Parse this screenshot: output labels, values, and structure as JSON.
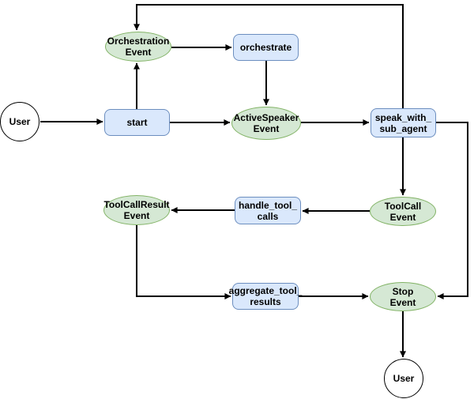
{
  "diagram": {
    "colors": {
      "process_fill": "#dae8fc",
      "process_border": "#6c8ebf",
      "event_fill": "#d5e8d4",
      "event_border": "#82b366",
      "terminal_fill": "#ffffff",
      "terminal_border": "#000000",
      "edge": "#000000",
      "text": "#000000",
      "background": "#ffffff"
    },
    "nodes": {
      "user_start": {
        "type": "terminal",
        "label": "User"
      },
      "start": {
        "type": "process",
        "label": "start"
      },
      "orchestration_event": {
        "type": "event",
        "line1": "Orchestration",
        "line2": "Event"
      },
      "orchestrate": {
        "type": "process",
        "label": "orchestrate"
      },
      "active_speaker_event": {
        "type": "event",
        "line1": "ActiveSpeaker",
        "line2": "Event"
      },
      "speak_with_sub_agent": {
        "type": "process",
        "line1": "speak_with_",
        "line2": "sub_agent"
      },
      "tool_call_event": {
        "type": "event",
        "line1": "ToolCall",
        "line2": "Event"
      },
      "handle_tool_calls": {
        "type": "process",
        "line1": "handle_tool_",
        "line2": "calls"
      },
      "tool_call_result_event": {
        "type": "event",
        "line1": "ToolCallResult",
        "line2": "Event"
      },
      "aggregate_tool_results": {
        "type": "process",
        "line1": "aggregate_tool_",
        "line2": "results"
      },
      "stop_event": {
        "type": "event",
        "line1": "Stop",
        "line2": "Event"
      },
      "user_end": {
        "type": "terminal",
        "label": "User"
      }
    },
    "edges": [
      {
        "from": "user_start",
        "to": "start"
      },
      {
        "from": "start",
        "to": "orchestration_event"
      },
      {
        "from": "start",
        "to": "active_speaker_event"
      },
      {
        "from": "orchestration_event",
        "to": "orchestrate"
      },
      {
        "from": "orchestrate",
        "to": "active_speaker_event"
      },
      {
        "from": "active_speaker_event",
        "to": "speak_with_sub_agent"
      },
      {
        "from": "speak_with_sub_agent",
        "to": "orchestration_event"
      },
      {
        "from": "speak_with_sub_agent",
        "to": "tool_call_event"
      },
      {
        "from": "speak_with_sub_agent",
        "to": "stop_event"
      },
      {
        "from": "tool_call_event",
        "to": "handle_tool_calls"
      },
      {
        "from": "handle_tool_calls",
        "to": "tool_call_result_event"
      },
      {
        "from": "tool_call_result_event",
        "to": "aggregate_tool_results"
      },
      {
        "from": "aggregate_tool_results",
        "to": "stop_event"
      },
      {
        "from": "stop_event",
        "to": "user_end"
      }
    ]
  }
}
